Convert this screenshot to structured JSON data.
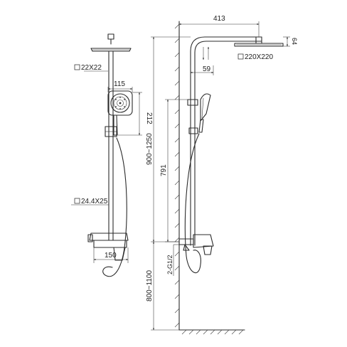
{
  "front_view": {
    "connector_size": "22X22",
    "handshower_width": "115",
    "handshower_height": "212",
    "bar_size": "24.4X25",
    "mixer_width": "150"
  },
  "side_view": {
    "arm_length": "413",
    "head_size": "220X220",
    "head_thickness": "64",
    "arm_offset": "59",
    "height_range_upper": "900~1250",
    "slide_length": "791",
    "inlet_thread": "2-G1/2",
    "height_range_lower": "800~1100"
  }
}
